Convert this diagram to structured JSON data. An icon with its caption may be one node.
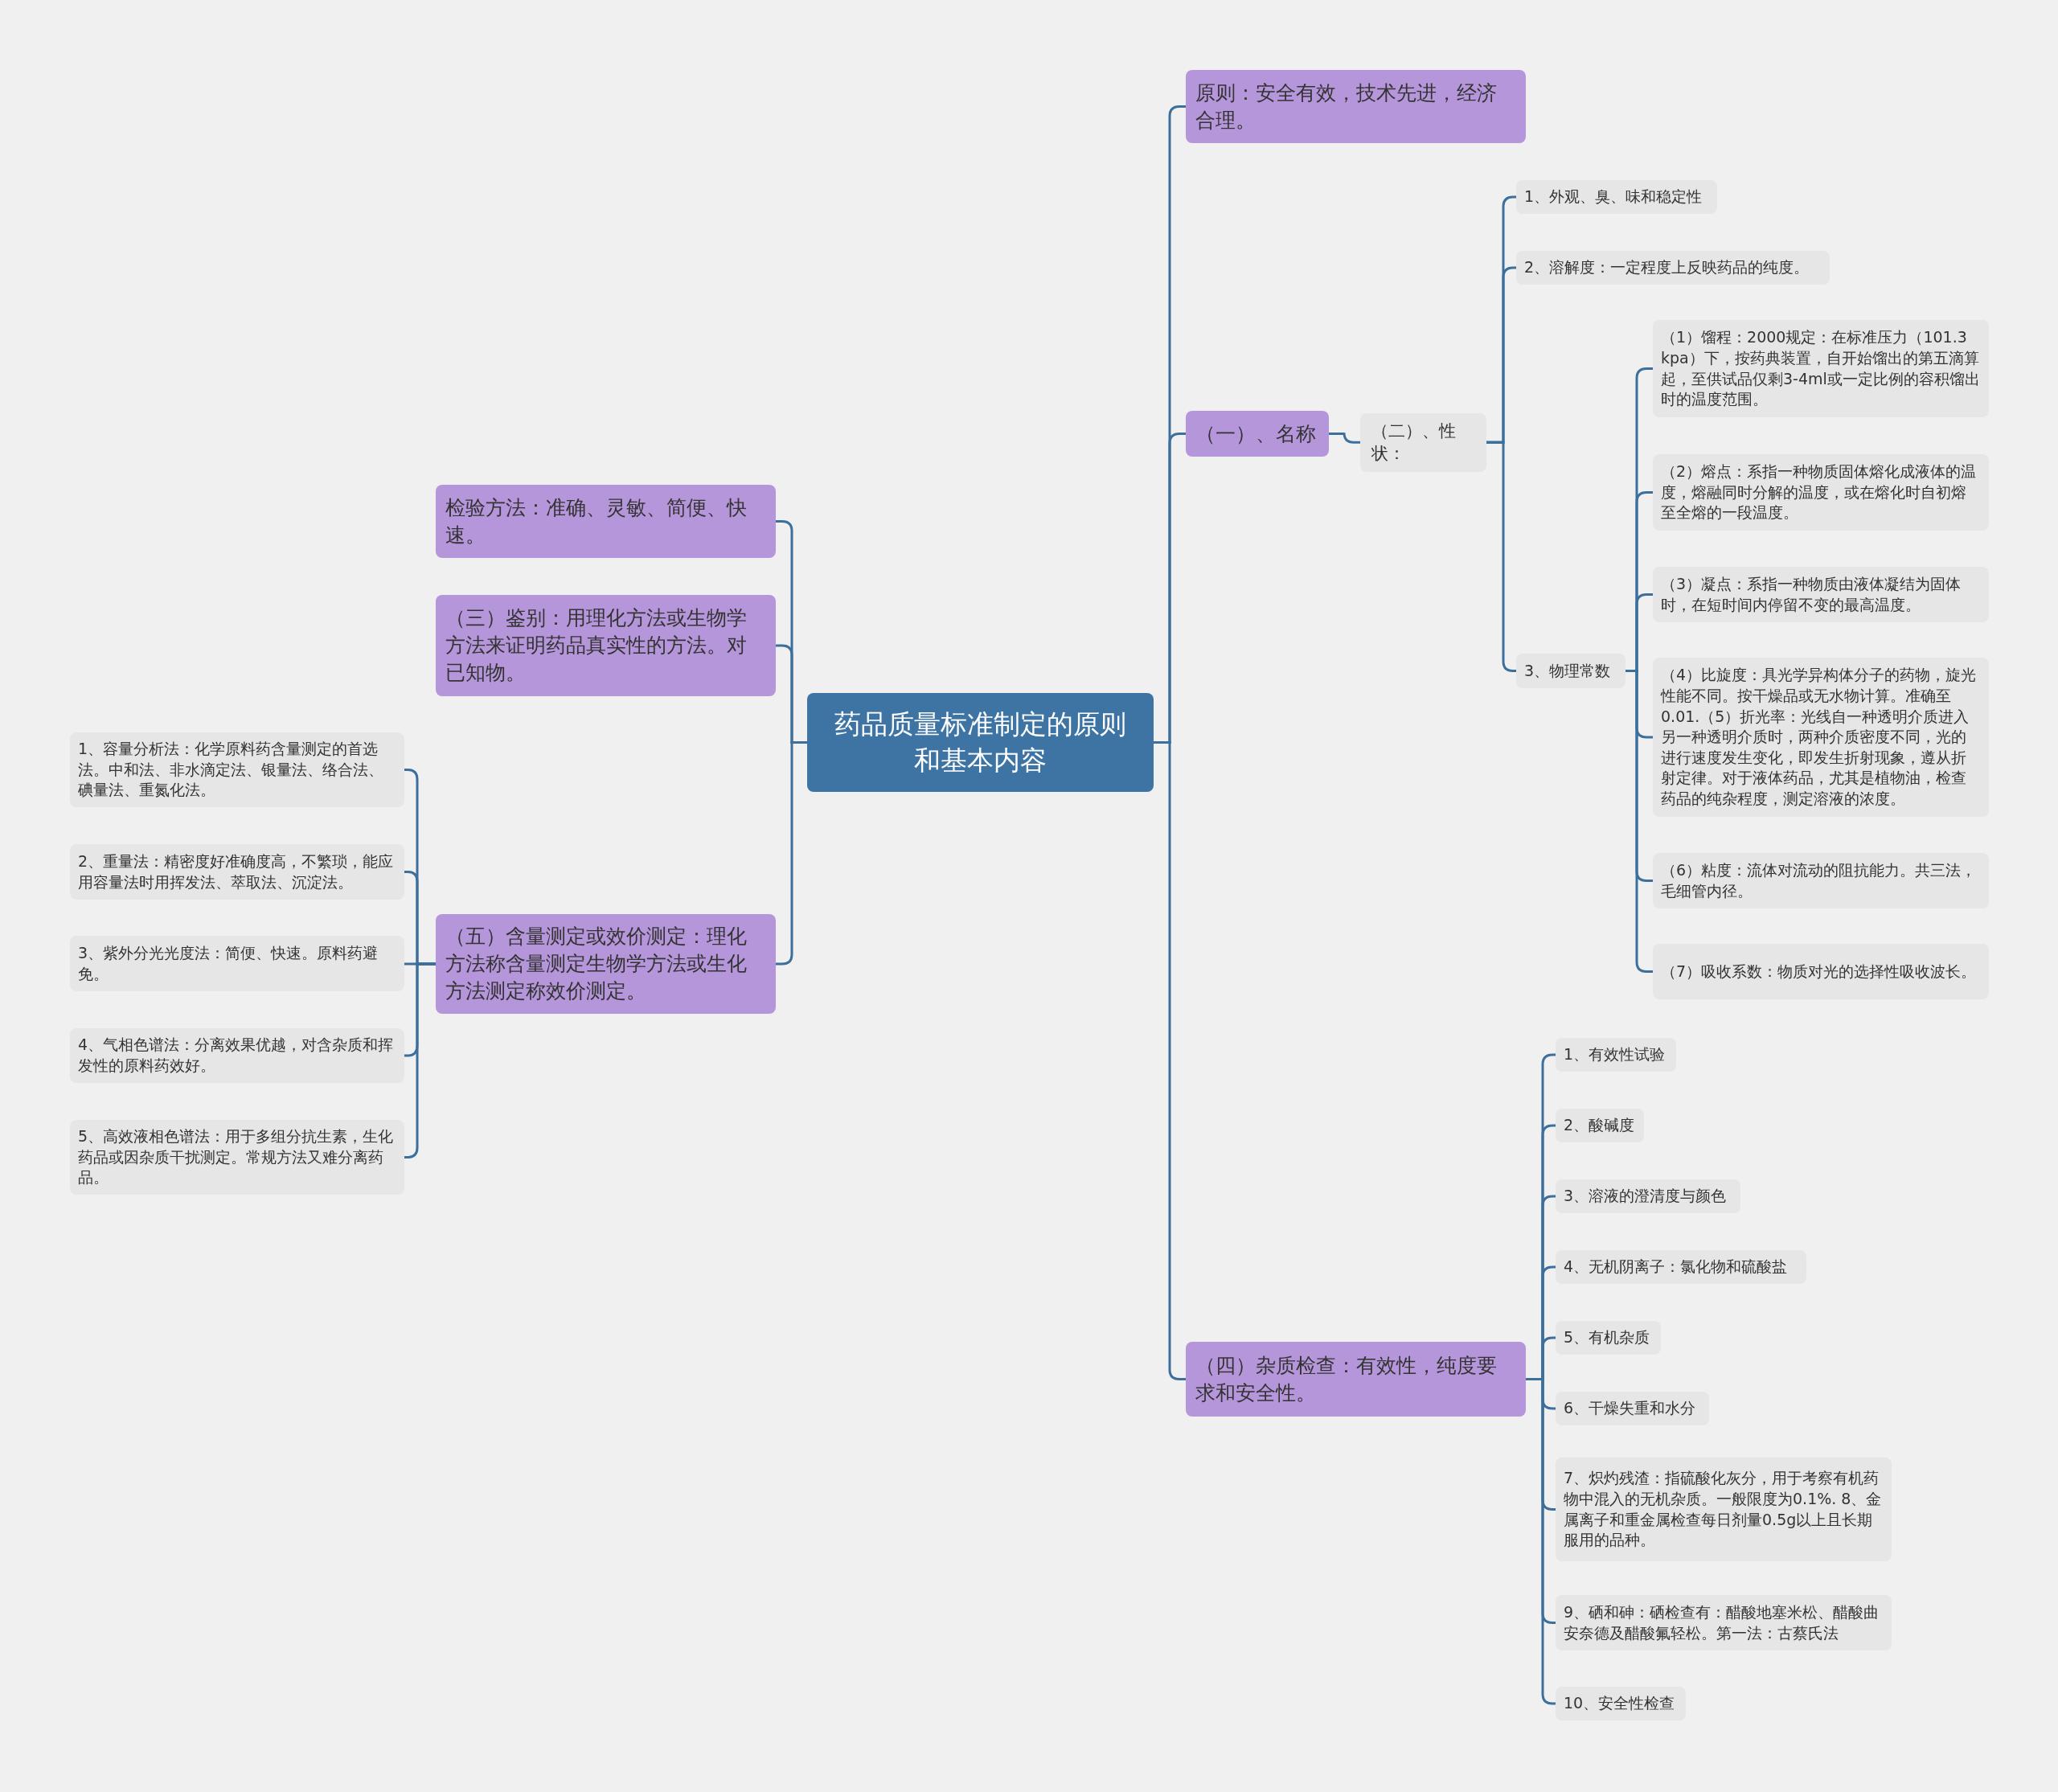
{
  "diagram": {
    "nodes": [
      {
        "text": [
          "药品质量标准制定的原则和基本内容"
        ]
      },
      {
        "text": [
          "检验方法：准确、灵敏、简便、快速。"
        ]
      },
      {
        "text": [
          "（三）鉴别：用理化方法或生物学方法来证明药品真实性的方法。对已知物。"
        ]
      },
      {
        "text": [
          "（五）含量测定或效价测定：理化方法称含量测定生物学方法或生化方法测定称效价测定。"
        ]
      },
      {
        "text": [
          "1、容量分析法：化学原料药含量测定的首选法。中和法、非水滴定法、银量法、络合法、碘量法、重氮化法。"
        ]
      },
      {
        "text": [
          "2、重量法：精密度好准确度高，不繁琐，能应用容量法时用挥发法、萃取法、沉淀法。"
        ]
      },
      {
        "text": [
          "3、紫外分光光度法：简便、快速。原料药避免。"
        ]
      },
      {
        "text": [
          "4、气相色谱法：分离效果优越，对含杂质和挥发性的原料药效好。"
        ]
      },
      {
        "text": [
          "5、高效液相色谱法：用于多组分抗生素，生化药品或因杂质干扰测定。常规方法又难分离药品。"
        ]
      },
      {
        "text": [
          "原则：安全有效，技术先进，经济合理。"
        ]
      },
      {
        "text": [
          "（一）、名称"
        ]
      },
      {
        "text": [
          "（二）、性状："
        ]
      },
      {
        "text": [
          "1、外观、臭、味和稳定性"
        ]
      },
      {
        "text": [
          "2、溶解度：一定程度上反映药品的纯度。"
        ]
      },
      {
        "text": [
          "3、物理常数"
        ]
      },
      {
        "text": [
          "（1）馏程：2000规定：在标准压力（101.3 kpa）下，按药典装置，自开始馏出的第五滴算起，至供试品仅剩3-4ml或一定比例的容积馏出时的温度范围。"
        ]
      },
      {
        "text": [
          "（2）熔点：系指一种物质固体熔化成液体的温度，熔融同时分解的温度，或在熔化时自初熔至全熔的一段温度。"
        ]
      },
      {
        "text": [
          "（3）凝点：系指一种物质由液体凝结为固体时，在短时间内停留不变的最高温度。"
        ]
      },
      {
        "text": [
          "（4）比旋度：具光学异构体分子的药物，旋光性能不同。按干燥品或无水物计算。准确至0.01.（5）折光率：光线自一种透明介质进入另一种透明介质时，两种介质密度不同，光的进行速度发生变化，即发生折射现象，遵从折射定律。对于液体药品，尤其是植物油，检查药品的纯杂程度，测定溶液的浓度。"
        ]
      },
      {
        "text": [
          "（6）粘度：流体对流动的阻抗能力。共三法，毛细管内径。"
        ]
      },
      {
        "text": [
          "（7）吸收系数：物质对光的选择性吸收波长。"
        ]
      },
      {
        "text": [
          "（四）杂质检查：有效性，纯度要求和安全性。"
        ]
      },
      {
        "text": [
          "1、有效性试验"
        ]
      },
      {
        "text": [
          "2、酸碱度"
        ]
      },
      {
        "text": [
          "3、溶液的澄清度与颜色"
        ]
      },
      {
        "text": [
          "4、无机阴离子：氯化物和硫酸盐"
        ]
      },
      {
        "text": [
          "5、有机杂质"
        ]
      },
      {
        "text": [
          "6、干燥失重和水分"
        ]
      },
      {
        "text": [
          "7、炽灼残渣：指硫酸化灰分，用于考察有机药物中混入的无机杂质。一般限度为0.1%. 8、金属离子和重金属检查每日剂量0.5g以上且长期服用的品种。"
        ]
      },
      {
        "text": [
          "9、硒和砷：硒检查有：醋酸地塞米松、醋酸曲安奈德及醋酸氟轻松。第一法：古蔡氏法"
        ]
      },
      {
        "text": [
          "10、安全性检查"
        ]
      }
    ],
    "edges": [
      {
        "from": 0,
        "to": 1,
        "arrow": "none"
      },
      {
        "from": 0,
        "to": 2,
        "arrow": "none"
      },
      {
        "from": 0,
        "to": 3,
        "arrow": "none"
      },
      {
        "from": 3,
        "to": 4,
        "arrow": "none"
      },
      {
        "from": 3,
        "to": 5,
        "arrow": "none"
      },
      {
        "from": 3,
        "to": 6,
        "arrow": "none"
      },
      {
        "from": 3,
        "to": 7,
        "arrow": "none"
      },
      {
        "from": 3,
        "to": 8,
        "arrow": "none"
      },
      {
        "from": 0,
        "to": 9,
        "arrow": "none"
      },
      {
        "from": 0,
        "to": 10,
        "arrow": "none"
      },
      {
        "from": 10,
        "to": 11,
        "arrow": "none"
      },
      {
        "from": 11,
        "to": 12,
        "arrow": "none"
      },
      {
        "from": 11,
        "to": 13,
        "arrow": "none"
      },
      {
        "from": 11,
        "to": 14,
        "arrow": "none"
      },
      {
        "from": 14,
        "to": 15,
        "arrow": "none"
      },
      {
        "from": 14,
        "to": 16,
        "arrow": "none"
      },
      {
        "from": 14,
        "to": 17,
        "arrow": "none"
      },
      {
        "from": 14,
        "to": 18,
        "arrow": "none"
      },
      {
        "from": 14,
        "to": 19,
        "arrow": "none"
      },
      {
        "from": 14,
        "to": 20,
        "arrow": "none"
      },
      {
        "from": 0,
        "to": 21,
        "arrow": "none"
      },
      {
        "from": 21,
        "to": 22,
        "arrow": "none"
      },
      {
        "from": 21,
        "to": 23,
        "arrow": "none"
      },
      {
        "from": 21,
        "to": 24,
        "arrow": "none"
      },
      {
        "from": 21,
        "to": 25,
        "arrow": "none"
      },
      {
        "from": 21,
        "to": 26,
        "arrow": "none"
      },
      {
        "from": 21,
        "to": 27,
        "arrow": "none"
      },
      {
        "from": 21,
        "to": 28,
        "arrow": "none"
      },
      {
        "from": 21,
        "to": 29,
        "arrow": "none"
      },
      {
        "from": 21,
        "to": 30,
        "arrow": "none"
      }
    ]
  }
}
